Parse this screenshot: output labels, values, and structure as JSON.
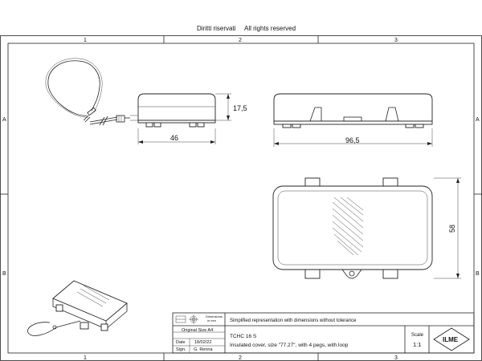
{
  "header": {
    "rights_it": "Diritti riservati",
    "rights_en": "All rights reserved"
  },
  "grid": {
    "columns": [
      "1",
      "2",
      "3"
    ],
    "rows": [
      "A",
      "B"
    ]
  },
  "dimensions": {
    "side_width": "46",
    "side_height": "17,5",
    "front_width": "96,5",
    "top_height": "58"
  },
  "title_block": {
    "dimensions_icon_label": "Dimensions\nin mm",
    "note": "Simplified representation with dimensions without tolerance",
    "original_size": "Original Size A4",
    "date_label": "Date",
    "date_value": "18/02/22",
    "sign_label": "Sign.",
    "sign_value": "G. Renna",
    "code": "TCHC 16 S",
    "description": "Insulated cover, size \"77.27\", with 4 pegs, with loop",
    "scale_label": "Scale",
    "scale_value": "1:1",
    "logo_text": "ILME"
  }
}
